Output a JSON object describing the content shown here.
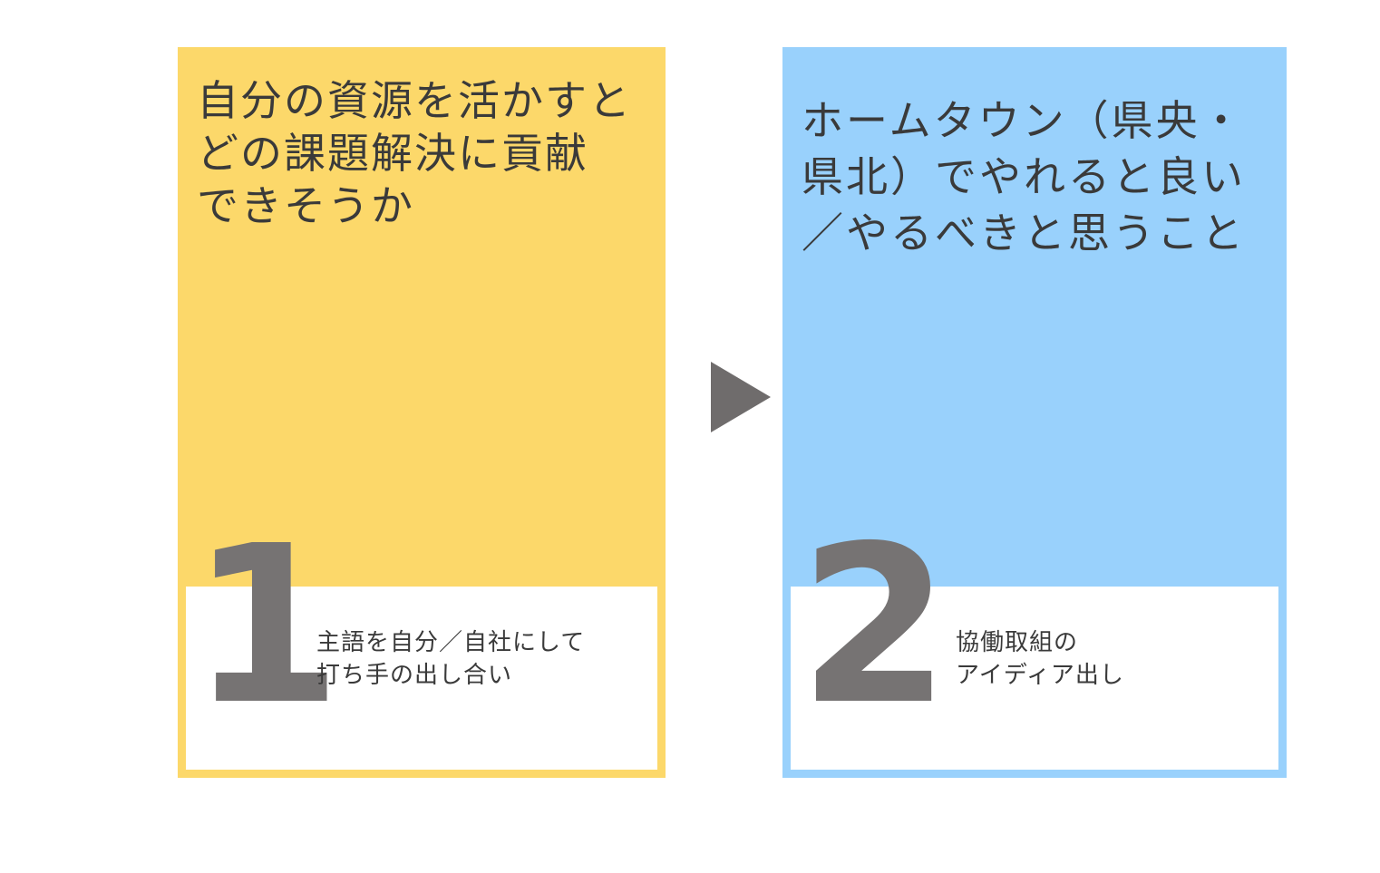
{
  "colors": {
    "card_1_bg": "#fcd86a",
    "card_2_bg": "#99d1fc",
    "note_bg": "#ffffff",
    "number": "#767373",
    "arrow": "#6f6c6c",
    "text": "#3a3a3a"
  },
  "cards": [
    {
      "number": "1",
      "title_lines": [
        "自分の資源を活かすと",
        "どの課題解決に貢献",
        "できそうか"
      ],
      "note_lines": [
        "主語を自分／自社にして",
        "打ち手の出し合い"
      ]
    },
    {
      "number": "2",
      "title_lines": [
        "ホームタウン（県央・",
        "県北）でやれると良い",
        "／やるべきと思うこと"
      ],
      "note_lines": [
        "協働取組の",
        "アイディア出し"
      ]
    }
  ],
  "arrow_icon": "triangle-right-icon"
}
